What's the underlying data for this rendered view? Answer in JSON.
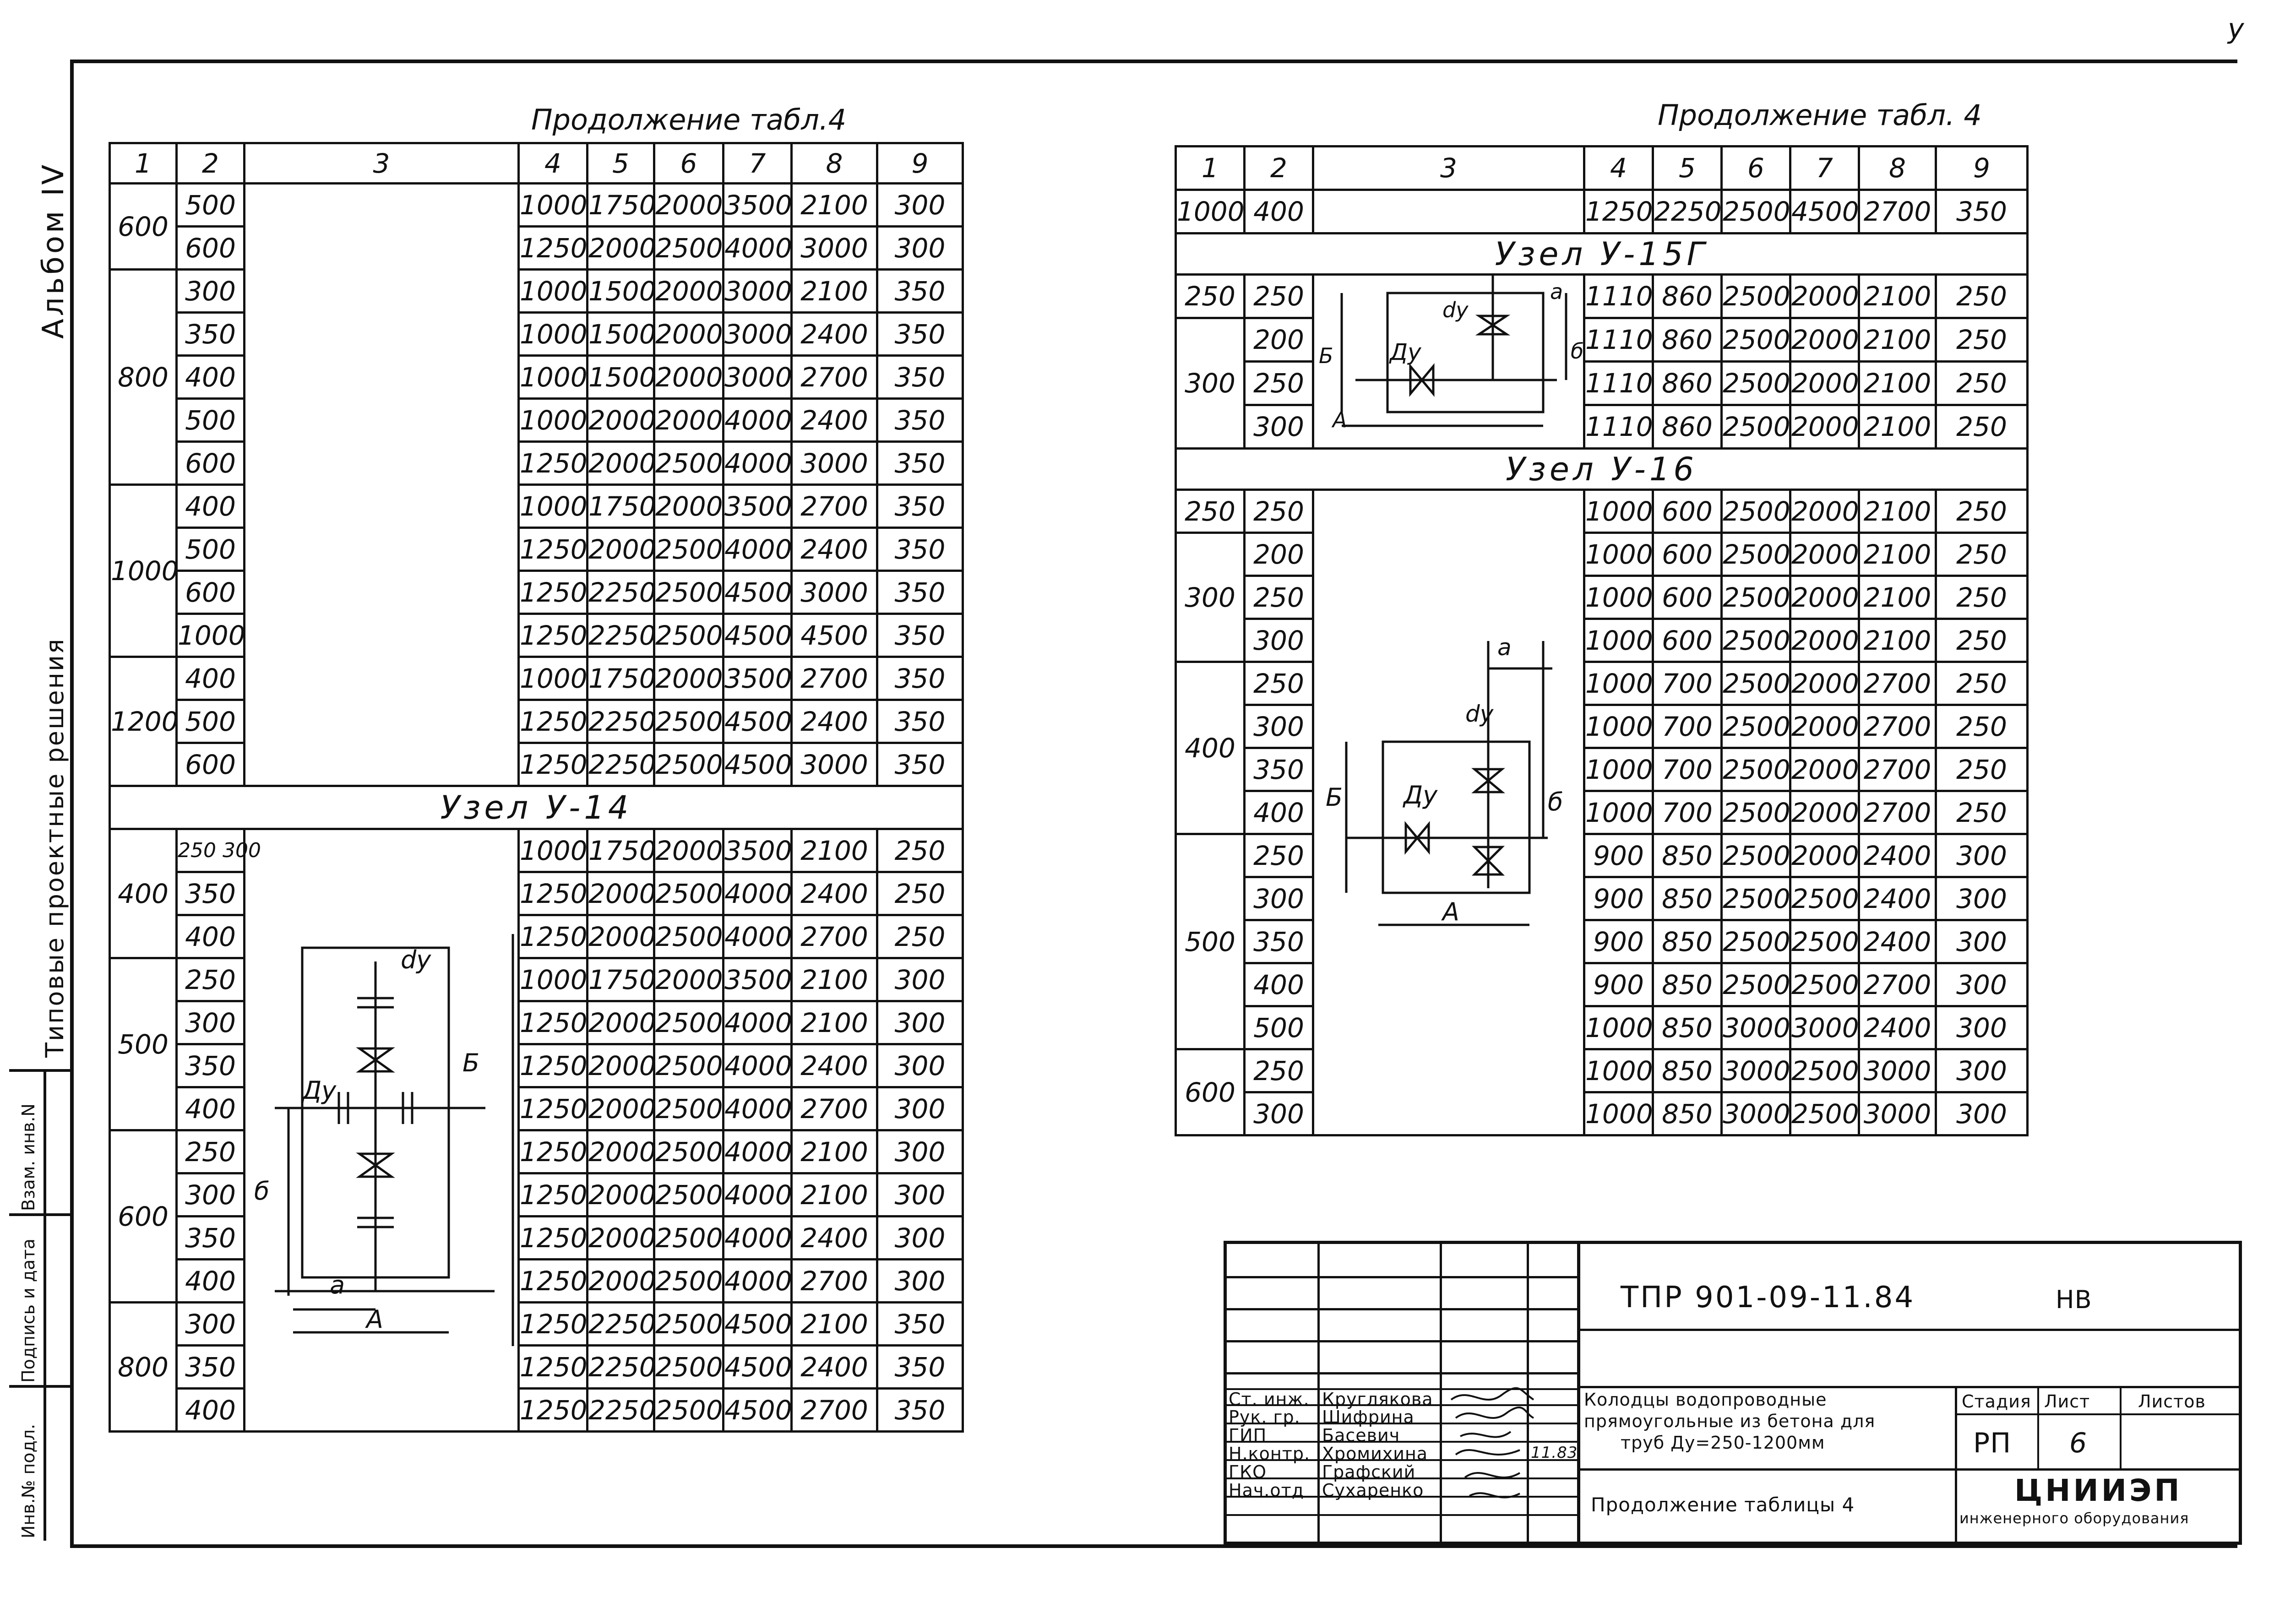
{
  "page_number": "у",
  "sidebar": {
    "album": "Альбом IV",
    "series": "Типовые проектные решения",
    "inv_no": "Инв.№ подл.",
    "sign_date": "Подпись и дата",
    "replace_inv": "Взам. инв.N"
  },
  "left_table": {
    "caption": "Продолжение табл.4",
    "headers": [
      "1",
      "2",
      "3",
      "4",
      "5",
      "6",
      "7",
      "8",
      "9"
    ],
    "section_title": "Узел   У-14",
    "groups_top": [
      {
        "d": "600",
        "rows": [
          [
            "500",
            "1000",
            "1750",
            "2000",
            "3500",
            "2100",
            "300"
          ],
          [
            "600",
            "1250",
            "2000",
            "2500",
            "4000",
            "3000",
            "300"
          ]
        ]
      },
      {
        "d": "800",
        "rows": [
          [
            "300",
            "1000",
            "1500",
            "2000",
            "3000",
            "2100",
            "350"
          ],
          [
            "350",
            "1000",
            "1500",
            "2000",
            "3000",
            "2400",
            "350"
          ],
          [
            "400",
            "1000",
            "1500",
            "2000",
            "3000",
            "2700",
            "350"
          ],
          [
            "500",
            "1000",
            "2000",
            "2000",
            "4000",
            "2400",
            "350"
          ],
          [
            "600",
            "1250",
            "2000",
            "2500",
            "4000",
            "3000",
            "350"
          ]
        ]
      },
      {
        "d": "1000",
        "rows": [
          [
            "400",
            "1000",
            "1750",
            "2000",
            "3500",
            "2700",
            "350"
          ],
          [
            "500",
            "1250",
            "2000",
            "2500",
            "4000",
            "2400",
            "350"
          ],
          [
            "600",
            "1250",
            "2250",
            "2500",
            "4500",
            "3000",
            "350"
          ],
          [
            "1000",
            "1250",
            "2250",
            "2500",
            "4500",
            "4500",
            "350"
          ]
        ]
      },
      {
        "d": "1200",
        "rows": [
          [
            "400",
            "1000",
            "1750",
            "2000",
            "3500",
            "2700",
            "350"
          ],
          [
            "500",
            "1250",
            "2250",
            "2500",
            "4500",
            "2400",
            "350"
          ],
          [
            "600",
            "1250",
            "2250",
            "2500",
            "4500",
            "3000",
            "350"
          ]
        ]
      }
    ],
    "groups_bottom": [
      {
        "d": "400",
        "rows": [
          [
            "250 300",
            "1000",
            "1750",
            "2000",
            "3500",
            "2100",
            "250"
          ],
          [
            "350",
            "1250",
            "2000",
            "2500",
            "4000",
            "2400",
            "250"
          ],
          [
            "400",
            "1250",
            "2000",
            "2500",
            "4000",
            "2700",
            "250"
          ]
        ]
      },
      {
        "d": "500",
        "rows": [
          [
            "250",
            "1000",
            "1750",
            "2000",
            "3500",
            "2100",
            "300"
          ],
          [
            "300",
            "1250",
            "2000",
            "2500",
            "4000",
            "2100",
            "300"
          ],
          [
            "350",
            "1250",
            "2000",
            "2500",
            "4000",
            "2400",
            "300"
          ],
          [
            "400",
            "1250",
            "2000",
            "2500",
            "4000",
            "2700",
            "300"
          ]
        ]
      },
      {
        "d": "600",
        "rows": [
          [
            "250",
            "1250",
            "2000",
            "2500",
            "4000",
            "2100",
            "300"
          ],
          [
            "300",
            "1250",
            "2000",
            "2500",
            "4000",
            "2100",
            "300"
          ],
          [
            "350",
            "1250",
            "2000",
            "2500",
            "4000",
            "2400",
            "300"
          ],
          [
            "400",
            "1250",
            "2000",
            "2500",
            "4000",
            "2700",
            "300"
          ]
        ]
      },
      {
        "d": "800",
        "rows": [
          [
            "300",
            "1250",
            "2250",
            "2500",
            "4500",
            "2100",
            "350"
          ],
          [
            "350",
            "1250",
            "2250",
            "2500",
            "4500",
            "2400",
            "350"
          ],
          [
            "400",
            "1250",
            "2250",
            "2500",
            "4500",
            "2700",
            "350"
          ]
        ]
      }
    ],
    "diagram_labels": {
      "dy": "dy",
      "Dy": "Ду",
      "B": "Б",
      "b": "б",
      "a": "a",
      "A": "A"
    }
  },
  "right_table": {
    "caption": "Продолжение табл. 4",
    "headers": [
      "1",
      "2",
      "3",
      "4",
      "5",
      "6",
      "7",
      "8",
      "9"
    ],
    "first_row": [
      "1000",
      "400",
      "1250",
      "2250",
      "2500",
      "4500",
      "2700",
      "350"
    ],
    "section1_title": "Узел  У-15Г",
    "section1_groups": [
      {
        "d": "250",
        "rows": [
          [
            "250",
            "1110",
            "860",
            "2500",
            "2000",
            "2100",
            "250"
          ]
        ]
      },
      {
        "d": "300",
        "rows": [
          [
            "200",
            "1110",
            "860",
            "2500",
            "2000",
            "2100",
            "250"
          ],
          [
            "250",
            "1110",
            "860",
            "2500",
            "2000",
            "2100",
            "250"
          ],
          [
            "300",
            "1110",
            "860",
            "2500",
            "2000",
            "2100",
            "250"
          ]
        ]
      }
    ],
    "section2_title": "Узел  У-16",
    "section2_groups": [
      {
        "d": "250",
        "rows": [
          [
            "250",
            "1000",
            "600",
            "2500",
            "2000",
            "2100",
            "250"
          ]
        ]
      },
      {
        "d": "300",
        "rows": [
          [
            "200",
            "1000",
            "600",
            "2500",
            "2000",
            "2100",
            "250"
          ],
          [
            "250",
            "1000",
            "600",
            "2500",
            "2000",
            "2100",
            "250"
          ],
          [
            "300",
            "1000",
            "600",
            "2500",
            "2000",
            "2100",
            "250"
          ]
        ]
      },
      {
        "d": "400",
        "rows": [
          [
            "250",
            "1000",
            "700",
            "2500",
            "2000",
            "2700",
            "250"
          ],
          [
            "300",
            "1000",
            "700",
            "2500",
            "2000",
            "2700",
            "250"
          ],
          [
            "350",
            "1000",
            "700",
            "2500",
            "2000",
            "2700",
            "250"
          ],
          [
            "400",
            "1000",
            "700",
            "2500",
            "2000",
            "2700",
            "250"
          ]
        ]
      },
      {
        "d": "500",
        "rows": [
          [
            "250",
            "900",
            "850",
            "2500",
            "2000",
            "2400",
            "300"
          ],
          [
            "300",
            "900",
            "850",
            "2500",
            "2500",
            "2400",
            "300"
          ],
          [
            "350",
            "900",
            "850",
            "2500",
            "2500",
            "2400",
            "300"
          ],
          [
            "400",
            "900",
            "850",
            "2500",
            "2500",
            "2700",
            "300"
          ],
          [
            "500",
            "1000",
            "850",
            "3000",
            "3000",
            "2400",
            "300"
          ]
        ]
      },
      {
        "d": "600",
        "rows": [
          [
            "250",
            "1000",
            "850",
            "3000",
            "2500",
            "3000",
            "300"
          ],
          [
            "300",
            "1000",
            "850",
            "3000",
            "2500",
            "3000",
            "300"
          ]
        ]
      }
    ],
    "diagram_labels": {
      "dy": "dy",
      "Dy": "Ду",
      "B": "Б",
      "b": "б",
      "a": "a",
      "A": "A"
    }
  },
  "stamp": {
    "code": "ТПР 901-09-11.84",
    "stage_code": "НВ",
    "people": [
      {
        "role": "Ст. инж.",
        "name": "Кругляковa"
      },
      {
        "role": "Рук. гр.",
        "name": "Шифрина"
      },
      {
        "role": "ГИП",
        "name": "Басевич"
      },
      {
        "role": "Н.контр.",
        "name": "Хромихина"
      },
      {
        "role": "ГКО",
        "name": "Графский"
      },
      {
        "role": "Нач.отд",
        "name": "Сухаренко"
      }
    ],
    "date_note": "11.83",
    "title_line1": "Колодцы водопроводные",
    "title_line2": "прямоугольные из бетона для",
    "title_line3": "труб Ду=250-1200мм",
    "sheet_title": "Продолжение таблицы 4",
    "stage_label": "Стадия",
    "sheet_label": "Лист",
    "sheets_label": "Листов",
    "stage_value": "РП",
    "sheet_value": "6",
    "org_name": "ЦНИИЭП",
    "org_sub": "инженерного оборудования"
  }
}
